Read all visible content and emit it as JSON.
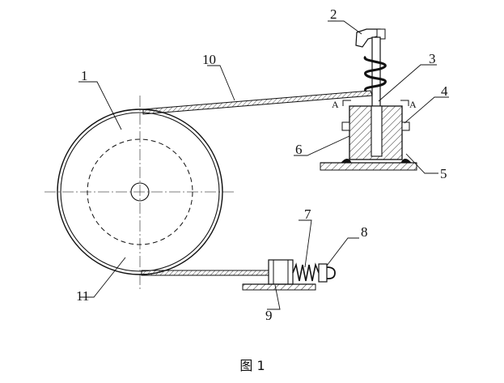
{
  "figure": {
    "caption": "图 1",
    "part_labels": [
      {
        "id": "p1",
        "text": "1"
      },
      {
        "id": "p2",
        "text": "2"
      },
      {
        "id": "p3",
        "text": "3"
      },
      {
        "id": "p4",
        "text": "4"
      },
      {
        "id": "p5",
        "text": "5"
      },
      {
        "id": "p6",
        "text": "6"
      },
      {
        "id": "p7",
        "text": "7"
      },
      {
        "id": "p8",
        "text": "8"
      },
      {
        "id": "p9",
        "text": "9"
      },
      {
        "id": "p10",
        "text": "10"
      },
      {
        "id": "p11",
        "text": "11"
      }
    ],
    "section_marks": {
      "left": "A",
      "right": "A"
    }
  }
}
